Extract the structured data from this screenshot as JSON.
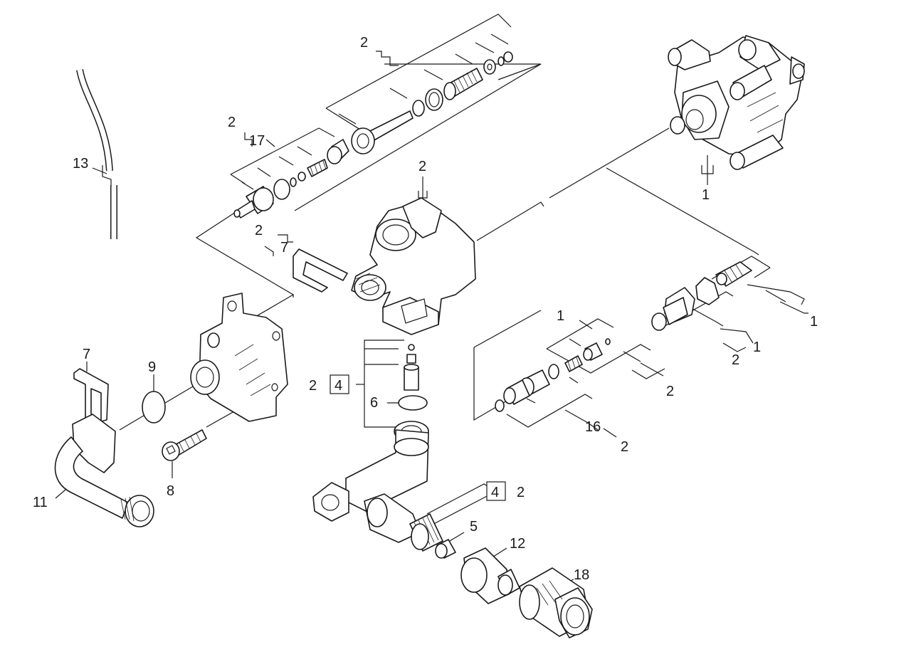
{
  "labels": {
    "spring_set_qty": "2",
    "pump_head_qty": "1",
    "pump_head_set": "2",
    "valve_set_17": "17",
    "valve_set_17_qty": "2",
    "hose_13": "13",
    "clip_7_upper": "7",
    "clip_7_upper_qty": "2",
    "valve_set_1_right": "1",
    "valve_set_1_right_b": "1",
    "valve_set_1_right_qty": "2",
    "valve_set_1_mid": "1",
    "valve_set_1_mid_qty": "2",
    "seal_set_16": "16",
    "seal_set_16_qty": "2",
    "clip_7_lower": "7",
    "oring_9": "9",
    "screw_8": "8",
    "elbow_11": "11",
    "kit_4_upper": "4",
    "kit_4_upper_qty": "2",
    "oring_6": "6",
    "kit_4_lower": "4",
    "kit_4_lower_qty": "2",
    "insert_5": "5",
    "coupling_12": "12",
    "adapter_18": "18"
  }
}
